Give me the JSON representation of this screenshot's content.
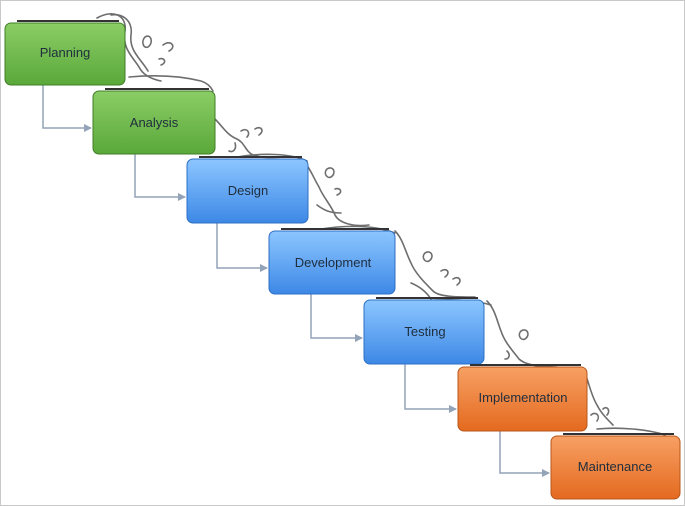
{
  "stages": [
    {
      "label": "Planning",
      "color": "green"
    },
    {
      "label": "Analysis",
      "color": "green"
    },
    {
      "label": "Design",
      "color": "blue"
    },
    {
      "label": "Development",
      "color": "blue"
    },
    {
      "label": "Testing",
      "color": "blue"
    },
    {
      "label": "Implementation",
      "color": "orange"
    },
    {
      "label": "Maintenance",
      "color": "orange"
    }
  ],
  "colors": {
    "green": "#6cb94a",
    "blue": "#4f9df0",
    "orange": "#ec7b2f",
    "arrow": "#93a3b8"
  }
}
